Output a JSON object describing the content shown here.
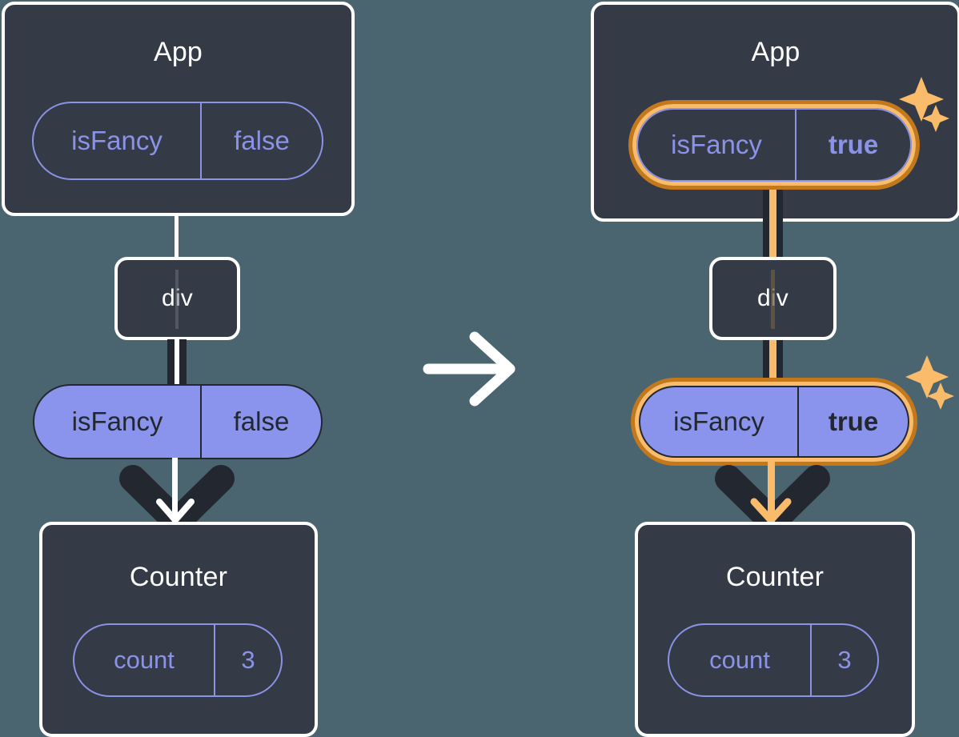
{
  "diagram": {
    "title": "React state update: App isFancy false to true",
    "background_color": "#4B6570",
    "panels": [
      {
        "id": "before",
        "app": {
          "title": "App",
          "state": {
            "key": "isFancy",
            "value": "false",
            "highlighted": false,
            "style": "outline"
          }
        },
        "div": {
          "title": "div"
        },
        "prop": {
          "key": "isFancy",
          "value": "false",
          "highlighted": false,
          "style": "solid"
        },
        "counter": {
          "title": "Counter",
          "state": {
            "key": "count",
            "value": "3",
            "highlighted": false,
            "style": "outline"
          }
        },
        "connector_color": "#FFFFFF",
        "sparkles": false
      },
      {
        "id": "after",
        "app": {
          "title": "App",
          "state": {
            "key": "isFancy",
            "value": "true",
            "highlighted": true,
            "style": "outline"
          }
        },
        "div": {
          "title": "div"
        },
        "prop": {
          "key": "isFancy",
          "value": "true",
          "highlighted": true,
          "style": "solid"
        },
        "counter": {
          "title": "Counter",
          "state": {
            "key": "count",
            "value": "3",
            "highlighted": false,
            "style": "outline"
          }
        },
        "connector_color": "#FABC6B",
        "sparkles": true
      }
    ],
    "transition": {
      "icon": "arrow-right-icon",
      "color": "#FFFFFF"
    },
    "colors": {
      "background": "#4B6570",
      "box_fill": "#343A46",
      "box_border": "#FFFFFF",
      "pill_purple": "#8B94EC",
      "pill_outline": "#8B93E8",
      "text_dark": "#23272F",
      "highlight_outer": "#C3781B",
      "highlight_inner": "#FABC6B",
      "sparkle": "#FABC6B"
    }
  }
}
